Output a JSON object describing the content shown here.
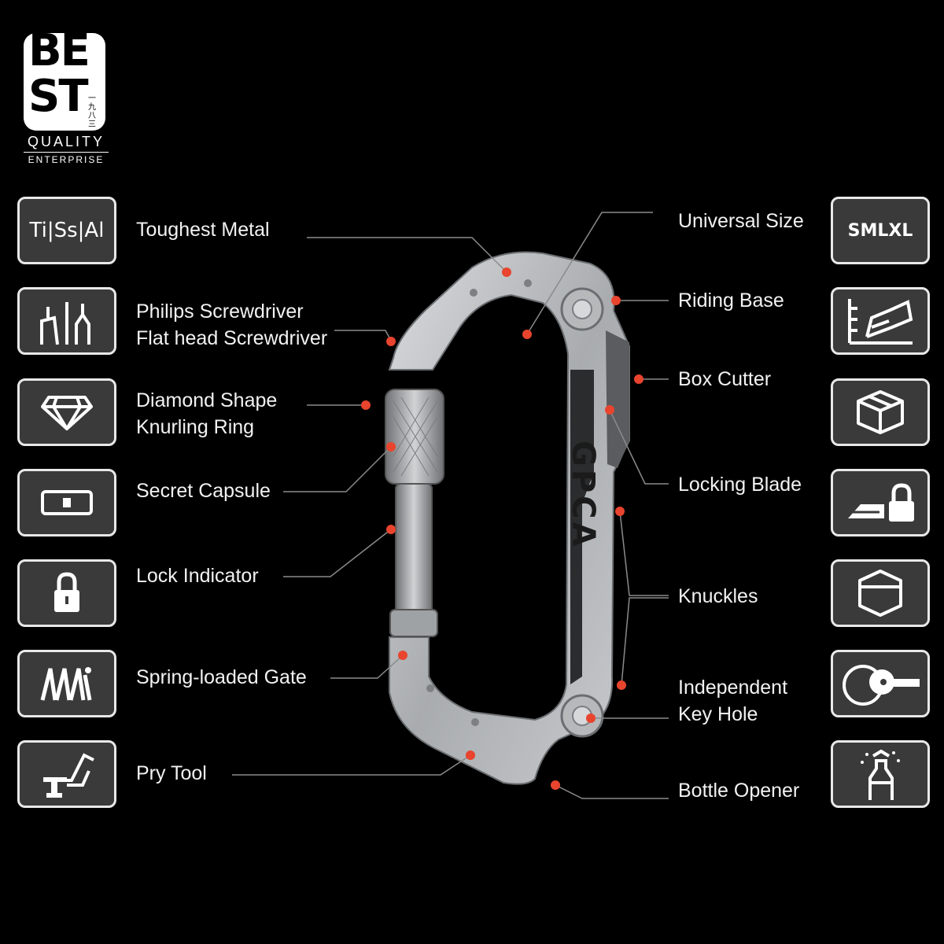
{
  "logo": {
    "mark": "BEST",
    "mark_line1": "BE",
    "mark_line2": "ST",
    "cjk": [
      "一",
      "九",
      "八",
      "三"
    ],
    "line1": "QUALITY",
    "line2": "ENTERPRISE"
  },
  "features_left": [
    {
      "icon": "tissal-icon",
      "icon_text": "Ti|Ss|Al",
      "lines": [
        "Toughest Metal"
      ]
    },
    {
      "icon": "screwdriver-icon",
      "lines": [
        "Philips Screwdriver",
        "Flat head Screwdriver"
      ]
    },
    {
      "icon": "diamond-icon",
      "lines": [
        "Diamond Shape",
        "Knurling Ring"
      ]
    },
    {
      "icon": "capsule-icon",
      "lines": [
        "Secret Capsule"
      ]
    },
    {
      "icon": "padlock-icon",
      "lines": [
        "Lock Indicator"
      ]
    },
    {
      "icon": "spring-icon",
      "lines": [
        "Spring-loaded Gate"
      ]
    },
    {
      "icon": "pry-tool-icon",
      "lines": [
        "Pry Tool"
      ]
    }
  ],
  "features_right": [
    {
      "icon": "size-icon",
      "icon_text": "SMLXL",
      "lines": [
        "Universal Size"
      ]
    },
    {
      "icon": "riding-base-icon",
      "lines": [
        "Riding Base"
      ]
    },
    {
      "icon": "box-icon",
      "lines": [
        "Box Cutter"
      ]
    },
    {
      "icon": "blade-lock-icon",
      "lines": [
        "Locking Blade"
      ]
    },
    {
      "icon": "knuckles-icon",
      "lines": [
        "Knuckles"
      ]
    },
    {
      "icon": "key-hole-icon",
      "lines": [
        "Independent",
        "Key Hole"
      ]
    },
    {
      "icon": "bottle-opener-icon",
      "lines": [
        "Bottle Opener"
      ]
    }
  ],
  "product": {
    "brand_mark": "GPCA"
  },
  "colors": {
    "background": "#000000",
    "icon_box": "#3a3a3a",
    "icon_border": "#e8e8e8",
    "marker": "#e8442e",
    "metal": "#b9bcbf",
    "metal_dark": "#8a8d90"
  }
}
